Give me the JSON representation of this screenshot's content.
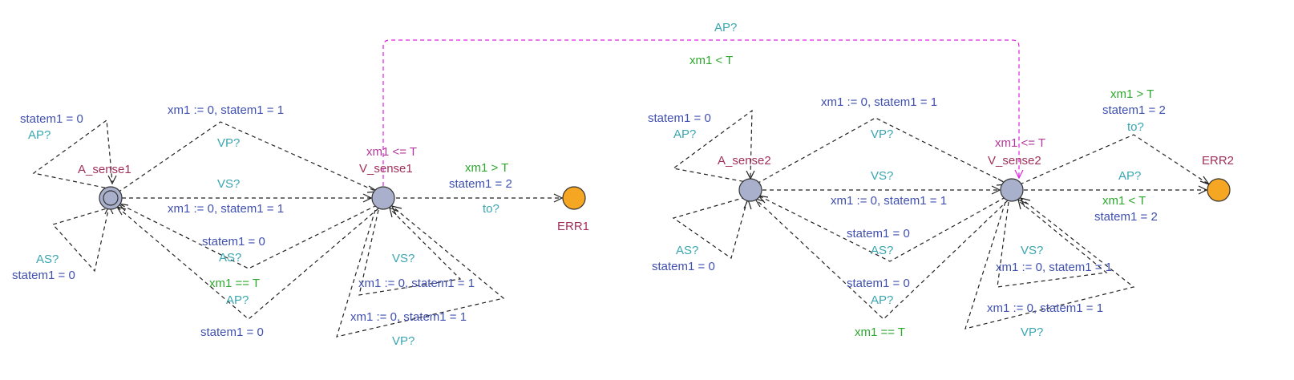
{
  "colors": {
    "location_fill": "#a9b0cc",
    "error_fill": "#f5a623",
    "name": "#a0305a",
    "sync": "#3aa6b0",
    "assign": "#4050b0",
    "guard": "#2ea82e",
    "invariant": "#b03a9a",
    "highlight_edge": "#e020e0"
  },
  "locations": {
    "a_sense1": "A_sense1",
    "v_sense1": "V_sense1",
    "err1": "ERR1",
    "a_sense2": "A_sense2",
    "v_sense2": "V_sense2",
    "err2": "ERR2"
  },
  "invariants": {
    "v_sense1": "xm1 <= T",
    "v_sense2": "xm1 <= T"
  },
  "cross_edge": {
    "sync": "AP?",
    "guard": "xm1 < T"
  },
  "left": {
    "a_loop_top": {
      "assign": "statem1 = 0",
      "sync": "AP?"
    },
    "a_loop_bottom": {
      "sync": "AS?",
      "assign": "statem1 = 0"
    },
    "a_to_v_vp": {
      "assign": "xm1 := 0, statem1 = 1",
      "sync": "VP?"
    },
    "a_to_v_vs": {
      "sync": "VS?",
      "assign": "xm1 := 0, statem1 = 1"
    },
    "v_to_a_as": {
      "assign": "statem1 = 0",
      "sync": "AS?"
    },
    "v_to_a_ap": {
      "guard": "xm1 == T",
      "sync": "AP?",
      "assign": "statem1 = 0"
    },
    "v_to_err": {
      "guard": "xm1 > T",
      "assign": "statem1 = 2",
      "sync": "to?"
    },
    "v_loop_vs": {
      "sync": "VS?",
      "assign": "xm1 := 0, statem1 = 1"
    },
    "v_loop_vp": {
      "assign": "xm1 := 0, statem1 = 1",
      "sync": "VP?"
    }
  },
  "right": {
    "a_loop_top": {
      "assign": "statem1 = 0",
      "sync": "AP?"
    },
    "a_loop_bottom": {
      "sync": "AS?",
      "assign": "statem1 = 0"
    },
    "a_to_v_vp": {
      "assign": "xm1 := 0, statem1 = 1",
      "sync": "VP?"
    },
    "a_to_v_vs": {
      "sync": "VS?",
      "assign": "xm1 := 0, statem1 = 1"
    },
    "v_to_a_as": {
      "assign": "statem1 = 0",
      "sync": "AS?"
    },
    "v_to_a_ap": {
      "assign": "statem1 = 0",
      "sync": "AP?",
      "guard": "xm1 == T"
    },
    "v_to_err_to": {
      "guard": "xm1 > T",
      "assign": "statem1 = 2",
      "sync": "to?"
    },
    "v_to_err_ap": {
      "sync": "AP?",
      "guard": "xm1 < T",
      "assign": "statem1 = 2"
    },
    "v_loop_vs": {
      "sync": "VS?",
      "assign": "xm1 := 0, statem1 = 1"
    },
    "v_loop_vp": {
      "assign": "xm1 := 0, statem1 = 1",
      "sync": "VP?"
    }
  }
}
